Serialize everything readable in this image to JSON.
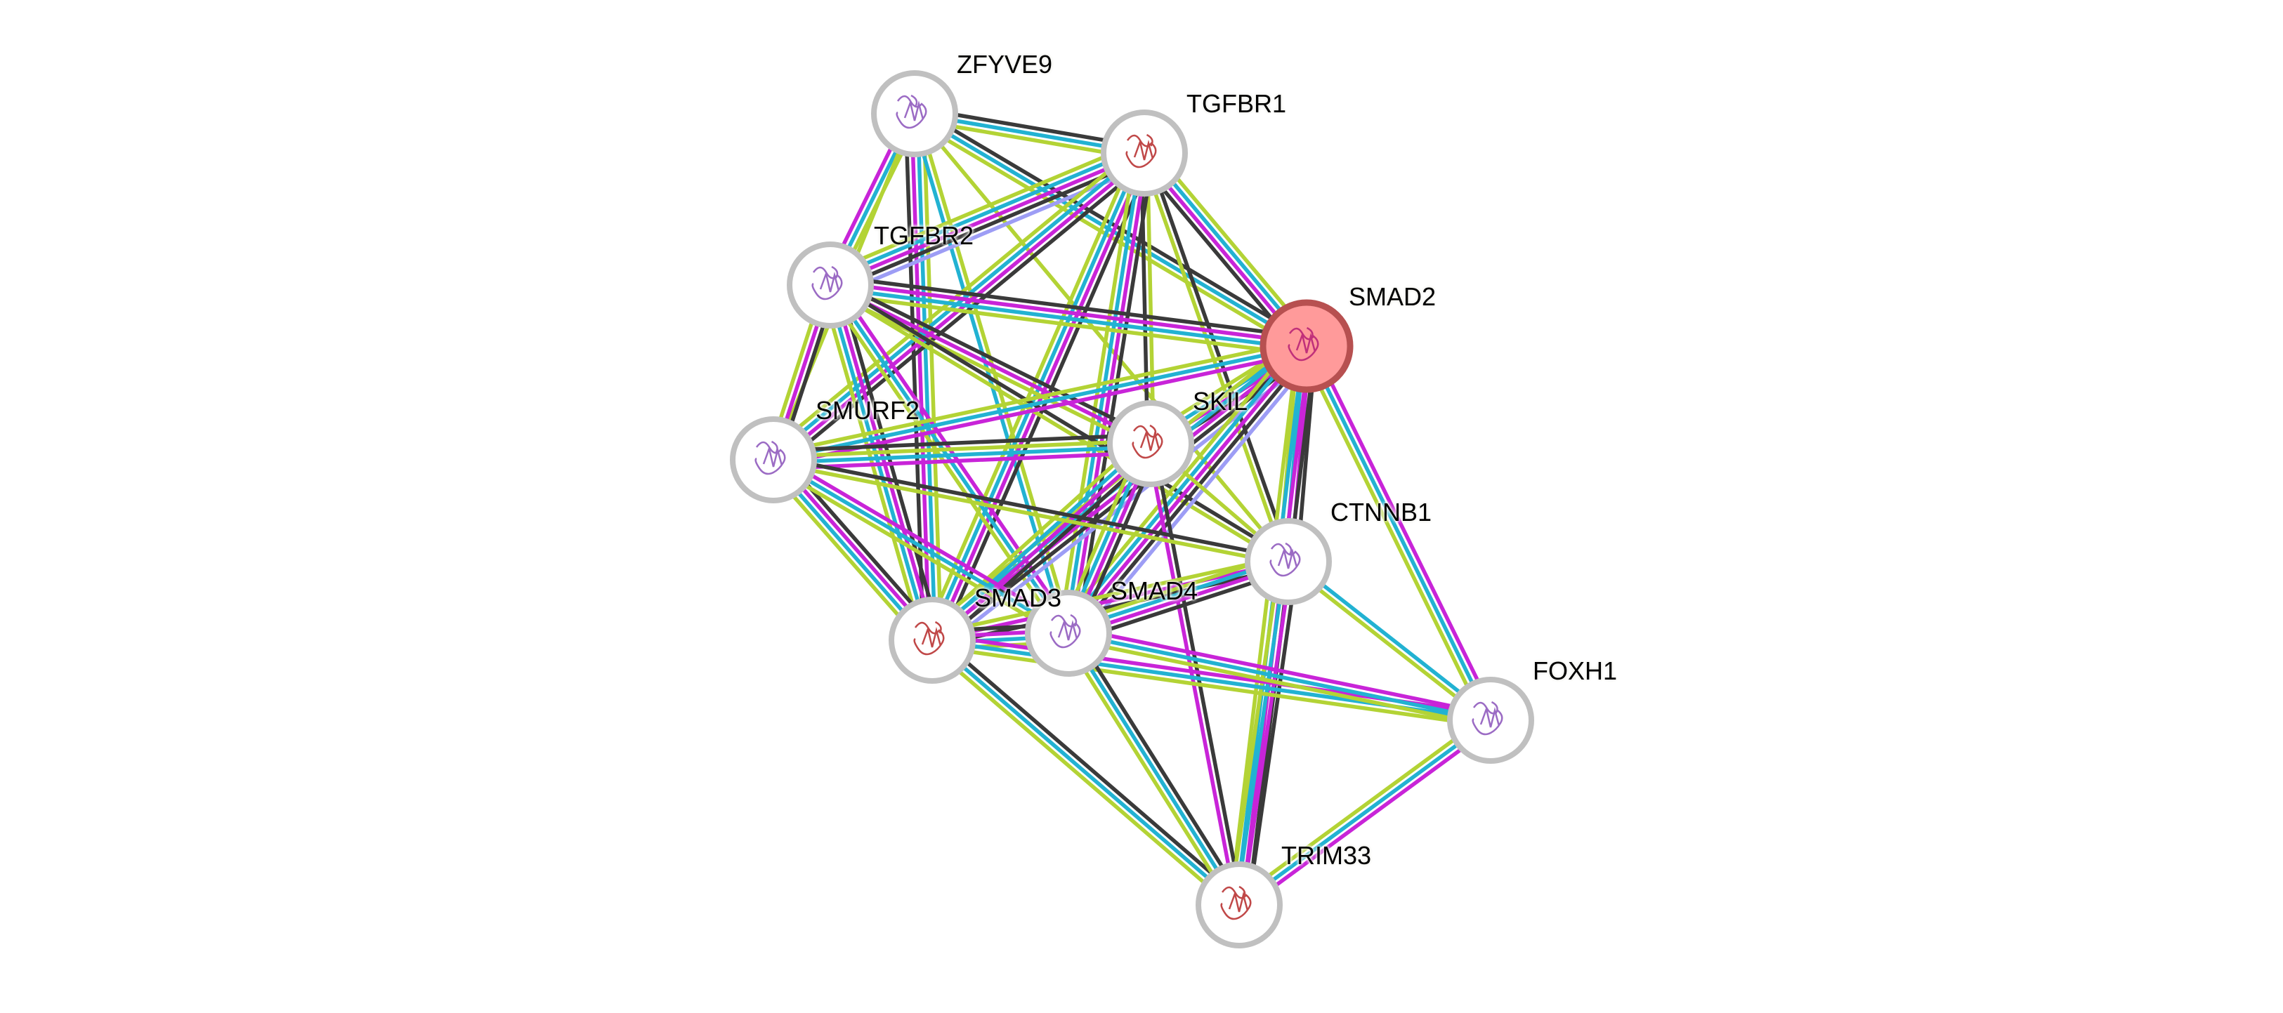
{
  "network": {
    "query_protein": "SMAD2",
    "evidence_colors": {
      "textmining": "#b3d335",
      "experiments": "#c824d8",
      "databases": "#22b2d2",
      "coexpression": "#3a3a3a",
      "homology": "#9d9df5"
    },
    "query_fill": "#ff9a9a",
    "query_stroke": "#b75050",
    "node_stroke": "#c0c0c0",
    "nodes": [
      {
        "id": "ZFYVE9",
        "label": "ZFYVE9"
      },
      {
        "id": "TGFBR1",
        "label": "TGFBR1"
      },
      {
        "id": "TGFBR2",
        "label": "TGFBR2"
      },
      {
        "id": "SMAD2",
        "label": "SMAD2"
      },
      {
        "id": "SKIL",
        "label": "SKIL"
      },
      {
        "id": "SMURF2",
        "label": "SMURF2"
      },
      {
        "id": "CTNNB1",
        "label": "CTNNB1"
      },
      {
        "id": "SMAD3",
        "label": "SMAD3"
      },
      {
        "id": "SMAD4",
        "label": "SMAD4"
      },
      {
        "id": "FOXH1",
        "label": "FOXH1"
      },
      {
        "id": "TRIM33",
        "label": "TRIM33"
      }
    ],
    "edges": [
      {
        "a": "ZFYVE9",
        "b": "TGFBR1",
        "ev": [
          "coexpression",
          "databases",
          "textmining"
        ]
      },
      {
        "a": "ZFYVE9",
        "b": "TGFBR2",
        "ev": [
          "textmining",
          "databases",
          "experiments"
        ]
      },
      {
        "a": "ZFYVE9",
        "b": "SMAD2",
        "ev": [
          "coexpression",
          "databases",
          "textmining"
        ]
      },
      {
        "a": "ZFYVE9",
        "b": "SMAD3",
        "ev": [
          "textmining",
          "databases",
          "experiments",
          "coexpression"
        ]
      },
      {
        "a": "ZFYVE9",
        "b": "SMAD4",
        "ev": [
          "textmining",
          "databases"
        ]
      },
      {
        "a": "ZFYVE9",
        "b": "SMURF2",
        "ev": [
          "textmining"
        ]
      },
      {
        "a": "ZFYVE9",
        "b": "CTNNB1",
        "ev": [
          "textmining"
        ]
      },
      {
        "a": "TGFBR1",
        "b": "TGFBR2",
        "ev": [
          "homology",
          "coexpression",
          "experiments",
          "databases",
          "textmining"
        ]
      },
      {
        "a": "TGFBR1",
        "b": "SMAD2",
        "ev": [
          "textmining",
          "databases",
          "experiments",
          "coexpression"
        ]
      },
      {
        "a": "TGFBR1",
        "b": "SKIL",
        "ev": [
          "textmining",
          "coexpression"
        ]
      },
      {
        "a": "TGFBR1",
        "b": "SMURF2",
        "ev": [
          "coexpression",
          "experiments",
          "databases",
          "textmining"
        ]
      },
      {
        "a": "TGFBR1",
        "b": "SMAD3",
        "ev": [
          "coexpression",
          "experiments",
          "databases",
          "textmining"
        ]
      },
      {
        "a": "TGFBR1",
        "b": "SMAD4",
        "ev": [
          "coexpression",
          "experiments",
          "databases",
          "textmining"
        ]
      },
      {
        "a": "TGFBR1",
        "b": "CTNNB1",
        "ev": [
          "coexpression",
          "textmining"
        ]
      },
      {
        "a": "TGFBR2",
        "b": "SMAD2",
        "ev": [
          "coexpression",
          "experiments",
          "databases",
          "textmining"
        ]
      },
      {
        "a": "TGFBR2",
        "b": "SMURF2",
        "ev": [
          "coexpression",
          "experiments",
          "textmining"
        ]
      },
      {
        "a": "TGFBR2",
        "b": "SMAD3",
        "ev": [
          "coexpression",
          "experiments",
          "databases",
          "textmining"
        ]
      },
      {
        "a": "TGFBR2",
        "b": "SMAD4",
        "ev": [
          "experiments",
          "databases",
          "textmining"
        ]
      },
      {
        "a": "TGFBR2",
        "b": "SKIL",
        "ev": [
          "coexpression",
          "experiments",
          "textmining"
        ]
      },
      {
        "a": "TGFBR2",
        "b": "CTNNB1",
        "ev": [
          "coexpression",
          "textmining"
        ]
      },
      {
        "a": "SMAD2",
        "b": "SKIL",
        "ev": [
          "coexpression",
          "experiments",
          "databases",
          "textmining"
        ]
      },
      {
        "a": "SMAD2",
        "b": "SMURF2",
        "ev": [
          "experiments",
          "databases",
          "textmining"
        ]
      },
      {
        "a": "SMAD2",
        "b": "CTNNB1",
        "ev": [
          "coexpression",
          "experiments",
          "databases",
          "textmining"
        ]
      },
      {
        "a": "SMAD2",
        "b": "SMAD3",
        "ev": [
          "homology",
          "coexpression",
          "experiments",
          "databases",
          "textmining"
        ]
      },
      {
        "a": "SMAD2",
        "b": "SMAD4",
        "ev": [
          "homology",
          "coexpression",
          "experiments",
          "databases",
          "textmining"
        ]
      },
      {
        "a": "SMAD2",
        "b": "FOXH1",
        "ev": [
          "experiments",
          "databases",
          "textmining"
        ]
      },
      {
        "a": "SMAD2",
        "b": "TRIM33",
        "ev": [
          "coexpression",
          "experiments",
          "databases",
          "textmining"
        ]
      },
      {
        "a": "SKIL",
        "b": "SMURF2",
        "ev": [
          "experiments",
          "databases",
          "textmining",
          "coexpression"
        ]
      },
      {
        "a": "SKIL",
        "b": "SMAD3",
        "ev": [
          "coexpression",
          "experiments",
          "databases",
          "textmining"
        ]
      },
      {
        "a": "SKIL",
        "b": "SMAD4",
        "ev": [
          "coexpression",
          "experiments",
          "databases",
          "textmining"
        ]
      },
      {
        "a": "SKIL",
        "b": "CTNNB1",
        "ev": [
          "textmining"
        ]
      },
      {
        "a": "SKIL",
        "b": "TRIM33",
        "ev": [
          "coexpression",
          "experiments"
        ]
      },
      {
        "a": "SMURF2",
        "b": "SMAD3",
        "ev": [
          "coexpression",
          "experiments",
          "databases",
          "textmining"
        ]
      },
      {
        "a": "SMURF2",
        "b": "SMAD4",
        "ev": [
          "experiments",
          "databases",
          "textmining"
        ]
      },
      {
        "a": "SMURF2",
        "b": "CTNNB1",
        "ev": [
          "coexpression",
          "textmining"
        ]
      },
      {
        "a": "CTNNB1",
        "b": "SMAD3",
        "ev": [
          "coexpression",
          "experiments",
          "textmining"
        ]
      },
      {
        "a": "CTNNB1",
        "b": "SMAD4",
        "ev": [
          "coexpression",
          "experiments",
          "databases",
          "textmining"
        ]
      },
      {
        "a": "CTNNB1",
        "b": "FOXH1",
        "ev": [
          "databases",
          "textmining"
        ]
      },
      {
        "a": "CTNNB1",
        "b": "TRIM33",
        "ev": [
          "coexpression",
          "experiments",
          "databases",
          "textmining"
        ]
      },
      {
        "a": "SMAD3",
        "b": "SMAD4",
        "ev": [
          "coexpression",
          "experiments",
          "databases",
          "textmining"
        ]
      },
      {
        "a": "SMAD3",
        "b": "FOXH1",
        "ev": [
          "experiments",
          "databases",
          "textmining"
        ]
      },
      {
        "a": "SMAD3",
        "b": "TRIM33",
        "ev": [
          "coexpression",
          "databases",
          "textmining"
        ]
      },
      {
        "a": "SMAD4",
        "b": "FOXH1",
        "ev": [
          "experiments",
          "databases",
          "textmining"
        ]
      },
      {
        "a": "SMAD4",
        "b": "TRIM33",
        "ev": [
          "coexpression",
          "databases",
          "textmining"
        ]
      },
      {
        "a": "FOXH1",
        "b": "TRIM33",
        "ev": [
          "experiments",
          "databases",
          "textmining"
        ]
      }
    ]
  }
}
